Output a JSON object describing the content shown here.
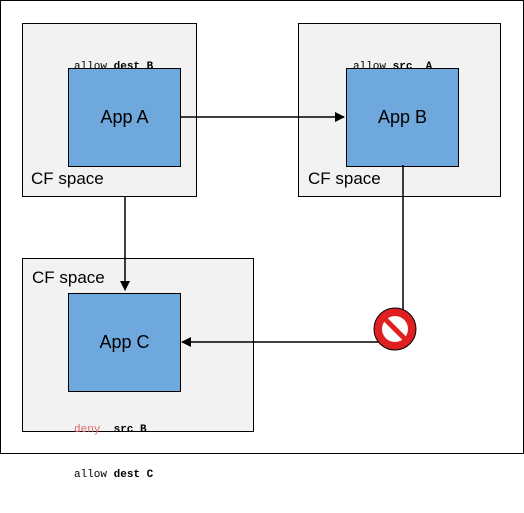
{
  "space_label": "CF space",
  "app_a": {
    "label": "App A",
    "rules": [
      {
        "action": "allow",
        "dir": "dest",
        "target": "B"
      },
      {
        "action": "allow",
        "dir": "dest",
        "target": "C"
      }
    ]
  },
  "app_b": {
    "label": "App B",
    "rules": [
      {
        "action": "allow",
        "dir": "src",
        "target": "A"
      },
      {
        "action": "allow",
        "dir": "dest",
        "target": "C"
      }
    ]
  },
  "app_c": {
    "label": "App C",
    "rules": [
      {
        "action": "deny",
        "dir": "src",
        "target": "B"
      },
      {
        "action": "allow",
        "dir": "dest",
        "target": "C"
      }
    ]
  },
  "colors": {
    "app_fill": "#6fa8dc",
    "space_fill": "#f2f2f2",
    "deny_text": "#e06666",
    "blocked_icon": "#e02020"
  }
}
